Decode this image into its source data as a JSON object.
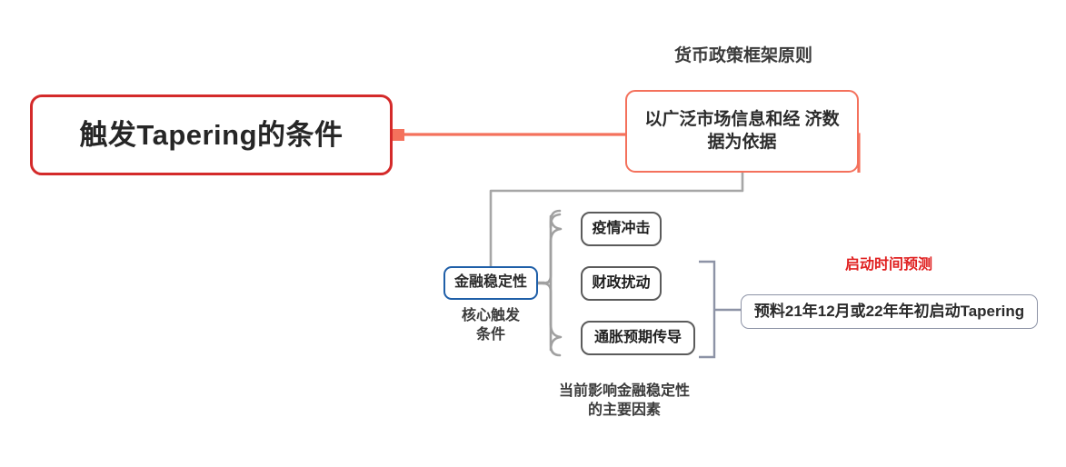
{
  "diagram": {
    "type": "mind-map",
    "title": "触发Tapering的条件",
    "nodes": {
      "root": {
        "label": "触发Tapering的条件",
        "color": "#d42a2a"
      },
      "principle": {
        "label": "以广泛市场信息和经\n济数据为依据",
        "caption": "货币政策框架原则",
        "color": "#f4715c"
      },
      "stability": {
        "label": "金融稳定性",
        "caption": "核心触发\n条件",
        "color": "#1f5fa8"
      },
      "factors": {
        "caption": "当前影响金融稳定性\n的主要因素",
        "color": "#5b5b5b",
        "items": [
          {
            "label": "疫情冲击"
          },
          {
            "label": "财政扰动"
          },
          {
            "label": "通胀预期传导"
          }
        ]
      },
      "forecast": {
        "label": "预料21年12月或22年年初启动Tapering",
        "caption": "启动时间预测",
        "caption_color": "#e02020",
        "color": "#8d93a6"
      }
    },
    "connectors": [
      {
        "name": "principle-to-root",
        "style": "elbow-arrow",
        "color": "#f4715c"
      },
      {
        "name": "principle-to-stability",
        "style": "elbow",
        "color": "#a6a6a6"
      },
      {
        "name": "stability-to-factors",
        "style": "curly-brace",
        "color": "#a0a0a0"
      },
      {
        "name": "factors-to-forecast",
        "style": "square-bracket",
        "color": "#8d93a6"
      }
    ]
  }
}
